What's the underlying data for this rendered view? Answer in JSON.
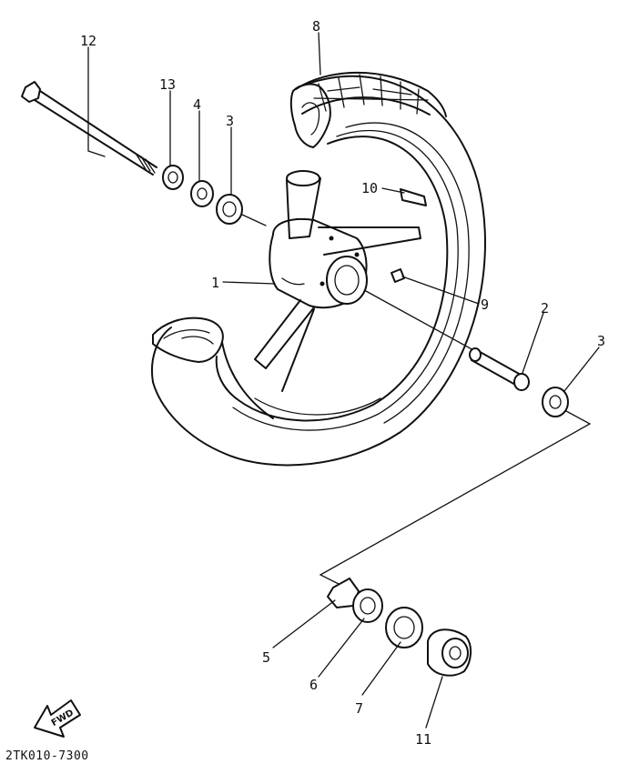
{
  "callouts": {
    "c1": "1",
    "c2": "2",
    "c3a": "3",
    "c3b": "3",
    "c4": "4",
    "c5": "5",
    "c6": "6",
    "c7": "7",
    "c8": "8",
    "c9": "9",
    "c10": "10",
    "c11": "11",
    "c12": "12",
    "c13": "13"
  },
  "fwd_badge": "FWD",
  "drawing_code": "2TK010-7300"
}
